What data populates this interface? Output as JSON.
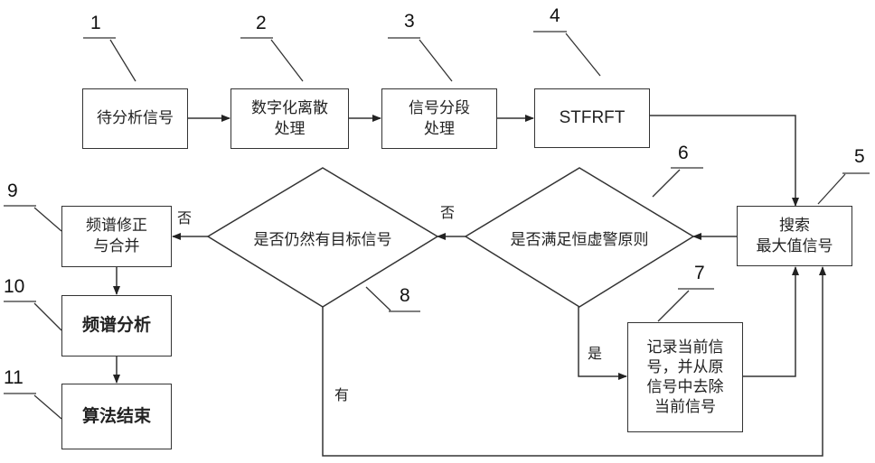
{
  "nodes": {
    "n1": "待分析信号",
    "n2": "数字化离散\n处理",
    "n3": "信号分段\n处理",
    "n4": "STFRFT",
    "n5": "搜索\n最大值信号",
    "n6": "是否满足恒虚警原则",
    "n7": "记录当前信\n号，并从原\n信号中去除\n当前信号",
    "n8": "是否仍然有目标信号",
    "n9": "频谱修正\n与合并",
    "n10": "频谱分析",
    "n11": "算法结束"
  },
  "numbers": {
    "n1": "1",
    "n2": "2",
    "n3": "3",
    "n4": "4",
    "n5": "5",
    "n6": "6",
    "n7": "7",
    "n8": "8",
    "n9": "9",
    "n10": "10",
    "n11": "11"
  },
  "edges": {
    "no_6": "否",
    "yes_6": "是",
    "no_8": "否",
    "yes_8": "有"
  }
}
